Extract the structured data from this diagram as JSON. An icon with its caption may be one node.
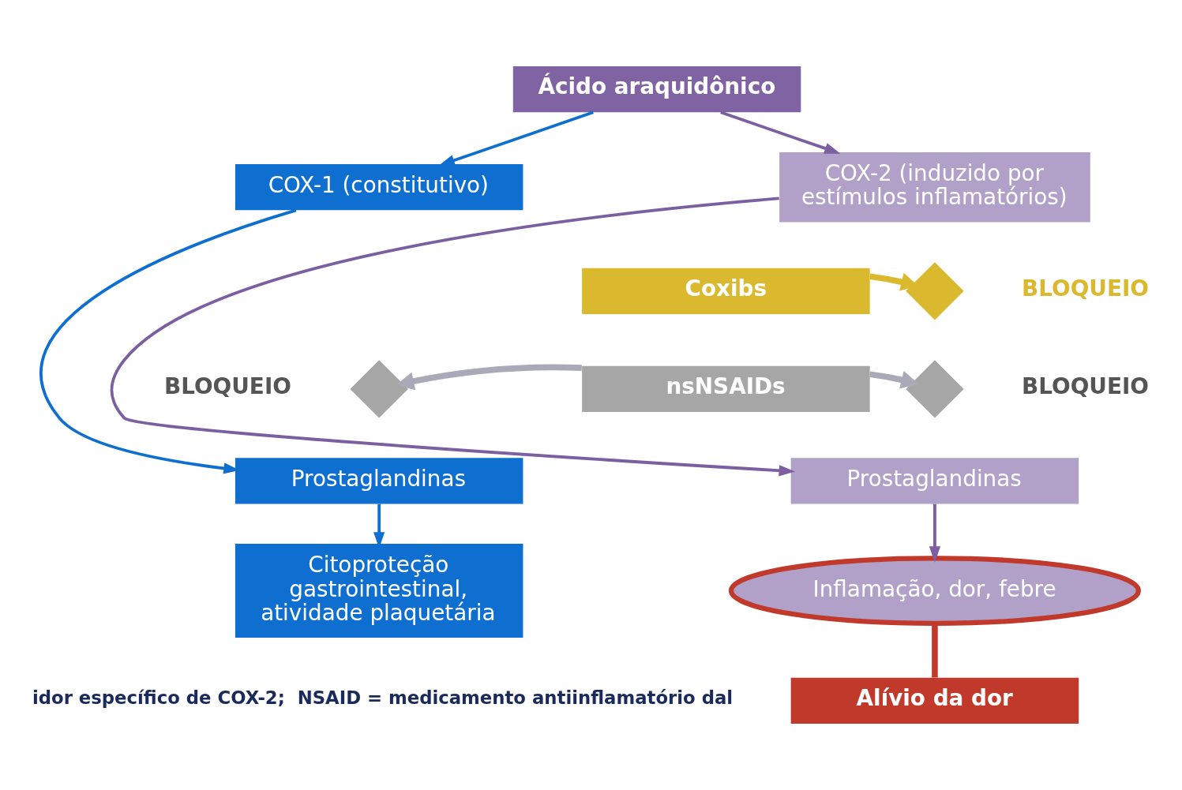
{
  "diagram": {
    "nodes": [
      {
        "text": [
          "Ácido araquidônico"
        ]
      },
      {
        "text": [
          "COX-1 (constitutivo)"
        ]
      },
      {
        "text": [
          "COX-2 (induzido por estímulos inflamatórios)"
        ]
      },
      {
        "text": [
          "Coxibs"
        ]
      },
      {
        "text": [
          "nsNSAIDs"
        ]
      },
      {
        "text": [],
        "shape": "cross",
        "beside": [
          "BLOQUEIO"
        ]
      },
      {
        "text": [],
        "shape": "cross",
        "beside": [
          "BLOQUEIO"
        ]
      },
      {
        "text": [],
        "shape": "cross",
        "beside": [
          "BLOQUEIO"
        ]
      },
      {
        "text": [
          "Prostaglandinas"
        ]
      },
      {
        "text": [
          "Prostaglandinas"
        ]
      },
      {
        "text": [
          "Citoproteção gastrointestinal, atividade plaquetária"
        ]
      },
      {
        "text": [
          "Inflamação, dor, febre"
        ]
      },
      {
        "text": [
          "Alívio da dor"
        ]
      }
    ],
    "edges": [
      {
        "from": 0,
        "to": 1,
        "arrow": "to",
        "color": "#0e6fd0"
      },
      {
        "from": 0,
        "to": 2,
        "arrow": "to",
        "color": "#7b5fa0"
      },
      {
        "from": 1,
        "to": 8,
        "arrow": "to",
        "color": "#0e6fd0"
      },
      {
        "from": 3,
        "to": 6,
        "arrow": "to",
        "color": "#dbb92e",
        "style": "thick"
      },
      {
        "from": 4,
        "to": 5,
        "arrow": "to",
        "color": "#a9a9b8",
        "style": "thick"
      },
      {
        "from": 4,
        "to": 7,
        "arrow": "to",
        "color": "#a9a9b8",
        "style": "thick"
      },
      {
        "from": 2,
        "to": 9,
        "arrow": "to",
        "color": "#7b5fa0"
      },
      {
        "from": 8,
        "to": 10,
        "arrow": "to",
        "color": "#0e6fd0"
      },
      {
        "from": 9,
        "to": 11,
        "arrow": "to",
        "color": "#7b5fa0"
      },
      {
        "from": 11,
        "to": 12,
        "arrow": "none",
        "color": "#c0392b",
        "style": "thick"
      }
    ],
    "labels": [
      "idor específico de COX-2;  NSAID = medicamento antiinflamatório dal"
    ]
  }
}
